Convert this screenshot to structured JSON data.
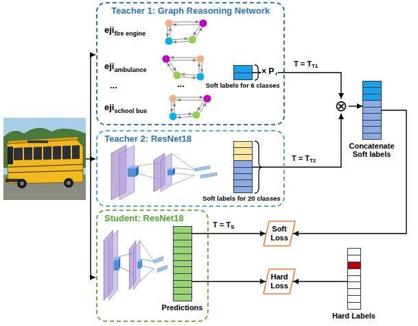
{
  "diagram": {
    "nodes": [
      {
        "text": [
          "Teacher 1: Graph Reasoning Network"
        ]
      },
      {
        "text": [
          "Soft labels for 6 classes"
        ],
        "in": 0
      },
      {
        "text": [
          "Teacher 2: ResNet18"
        ]
      },
      {
        "text": [
          "Soft labels for 20 classes"
        ],
        "in": 2
      },
      {
        "text": [
          "⊗"
        ]
      },
      {
        "text": [
          "Concatenate Soft labels"
        ]
      },
      {
        "text": [
          "Student: ResNet18"
        ]
      },
      {
        "text": [
          "Predictions"
        ],
        "in": 6
      },
      {
        "text": [
          "Soft Loss"
        ]
      },
      {
        "text": [
          "Hard Loss"
        ]
      },
      {
        "text": [
          "Hard Labels"
        ]
      }
    ],
    "edges": [
      {
        "from": 1,
        "to": 4,
        "arrow": "to"
      },
      {
        "from": 3,
        "to": 4,
        "arrow": "to"
      },
      {
        "from": 4,
        "to": 5,
        "arrow": "to"
      },
      {
        "from": 5,
        "to": 8,
        "arrow": "to"
      },
      {
        "from": 7,
        "to": 8,
        "arrow": "to"
      },
      {
        "from": 7,
        "to": 9,
        "arrow": "to"
      },
      {
        "from": 10,
        "to": 9,
        "arrow": "to"
      }
    ],
    "labels": [
      "eji",
      "fire engine",
      "eji",
      "ambulance",
      "...",
      "...",
      "eji",
      "school bus",
      "× P",
      "r",
      "T = T",
      "T1",
      "T = T",
      "T2",
      "T = T",
      "S"
    ]
  }
}
